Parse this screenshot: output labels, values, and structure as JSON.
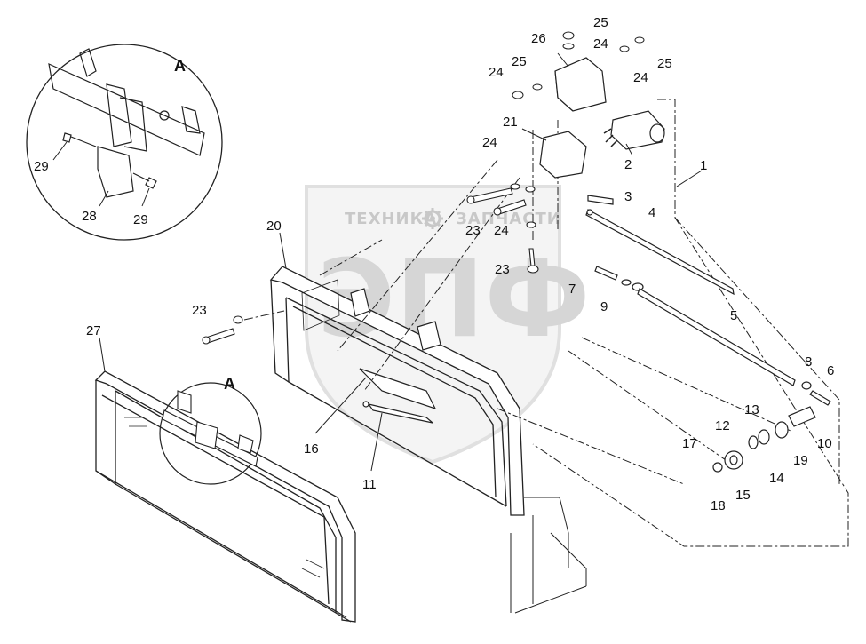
{
  "watermark": {
    "left_word": "ТЕХНИКА",
    "right_word": "ЗАПЧАСТИ",
    "emblem": "ЭПФ",
    "gear_icon": "gear-icon"
  },
  "detail_view": {
    "upper_callout": "A",
    "lower_callout": "A"
  },
  "callouts": [
    {
      "id": "c1",
      "text": "1"
    },
    {
      "id": "c2",
      "text": "2"
    },
    {
      "id": "c3",
      "text": "3"
    },
    {
      "id": "c4",
      "text": "4"
    },
    {
      "id": "c5",
      "text": "5"
    },
    {
      "id": "c6",
      "text": "6"
    },
    {
      "id": "c7",
      "text": "7"
    },
    {
      "id": "c8",
      "text": "8"
    },
    {
      "id": "c9",
      "text": "9"
    },
    {
      "id": "c10",
      "text": "10"
    },
    {
      "id": "c11",
      "text": "11"
    },
    {
      "id": "c12",
      "text": "12"
    },
    {
      "id": "c13",
      "text": "13"
    },
    {
      "id": "c14",
      "text": "14"
    },
    {
      "id": "c15",
      "text": "15"
    },
    {
      "id": "c16",
      "text": "16"
    },
    {
      "id": "c17",
      "text": "17"
    },
    {
      "id": "c18",
      "text": "18"
    },
    {
      "id": "c19",
      "text": "19"
    },
    {
      "id": "c20",
      "text": "20"
    },
    {
      "id": "c21",
      "text": "21"
    },
    {
      "id": "c23a",
      "text": "23"
    },
    {
      "id": "c23b",
      "text": "23"
    },
    {
      "id": "c23c",
      "text": "23"
    },
    {
      "id": "c24a",
      "text": "24"
    },
    {
      "id": "c24b",
      "text": "24"
    },
    {
      "id": "c24c",
      "text": "24"
    },
    {
      "id": "c24d",
      "text": "24"
    },
    {
      "id": "c24e",
      "text": "24"
    },
    {
      "id": "c25a",
      "text": "25"
    },
    {
      "id": "c25b",
      "text": "25"
    },
    {
      "id": "c25c",
      "text": "25"
    },
    {
      "id": "c26",
      "text": "26"
    },
    {
      "id": "c27",
      "text": "27"
    },
    {
      "id": "c28",
      "text": "28"
    },
    {
      "id": "c29a",
      "text": "29"
    },
    {
      "id": "c29b",
      "text": "29"
    }
  ]
}
